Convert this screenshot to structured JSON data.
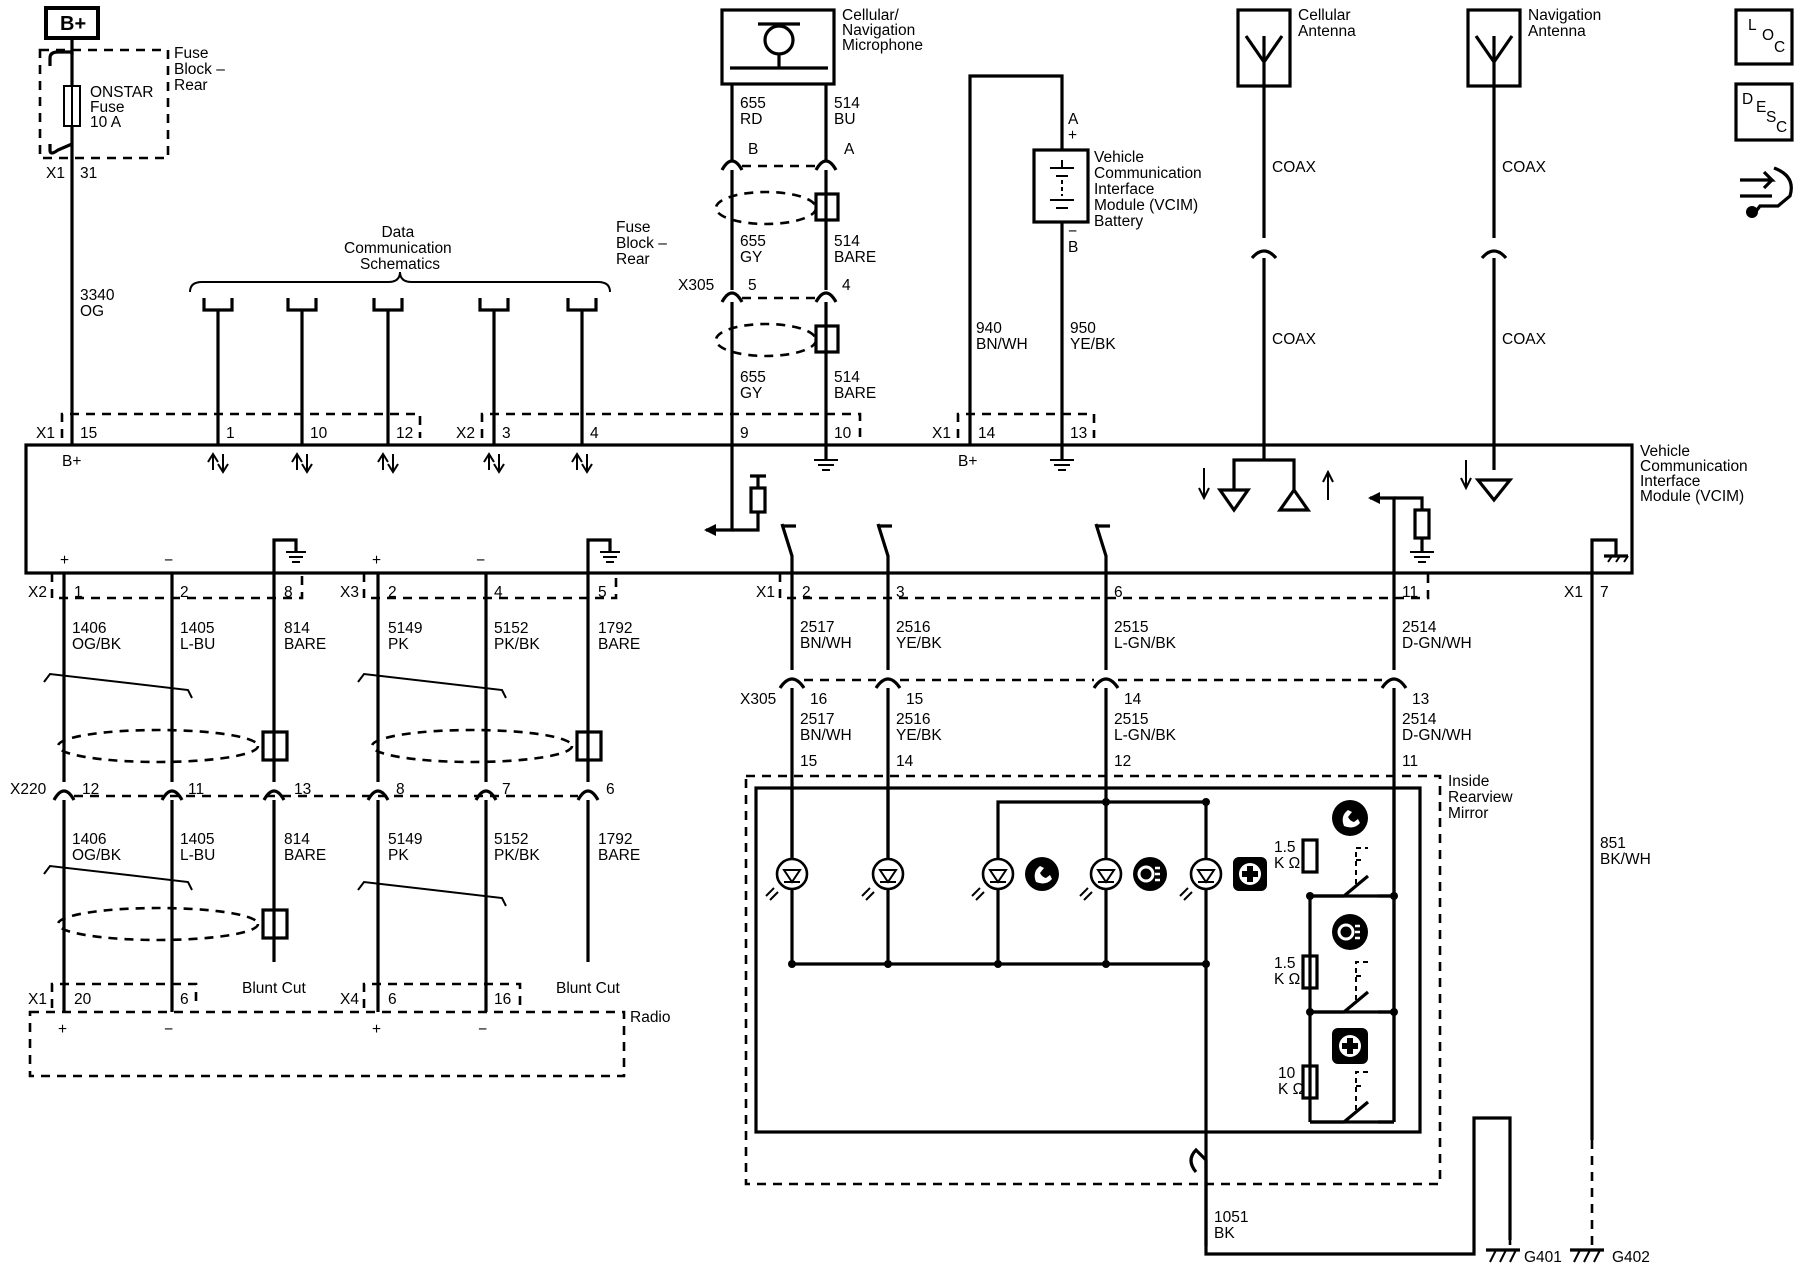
{
  "title_tag": "B+",
  "nav_icons": {
    "loc": [
      "L",
      "O",
      "C"
    ],
    "desc": [
      "D",
      "E",
      "S",
      "C"
    ],
    "back_icon": "connector-arrows-icon"
  },
  "labels": {
    "fuse_block_rear_1": [
      "Fuse",
      "Block –",
      "Rear"
    ],
    "onstar_fuse": [
      "ONSTAR",
      "Fuse",
      "10 A"
    ],
    "fuse_block_rear_2": [
      "Fuse",
      "Block –",
      "Rear"
    ],
    "data_comm": [
      "Data",
      "Communication",
      "Schematics"
    ],
    "microphone": [
      "Cellular/",
      "Navigation",
      "Microphone"
    ],
    "vcim_battery": [
      "Vehicle",
      "Communication",
      "Interface",
      "Module (VCIM)",
      "Battery"
    ],
    "cellular_antenna": [
      "Cellular",
      "Antenna"
    ],
    "navigation_antenna": [
      "Navigation",
      "Antenna"
    ],
    "vcim": [
      "Vehicle",
      "Communication",
      "Interface",
      "Module (VCIM)"
    ],
    "radio": "Radio",
    "mirror": [
      "Inside",
      "Rearview",
      "Mirror"
    ],
    "coax": "COAX",
    "blunt_cut": "Blunt Cut",
    "bplus": "B+",
    "res_1_5": [
      "1.5",
      "K Ω"
    ],
    "res_10": [
      "10",
      "K Ω"
    ],
    "batt_a": "A",
    "batt_b": "B",
    "plus": "+",
    "minus": "−"
  },
  "connectors": {
    "x1": "X1",
    "x2": "X2",
    "x3": "X3",
    "x4": "X4",
    "x305": "X305",
    "x220": "X220"
  },
  "pins": {
    "fuse_x1": "31",
    "vcim_top": [
      "15",
      "1",
      "10",
      "12",
      "3",
      "4",
      "9",
      "10",
      "14",
      "13"
    ],
    "mic_ab": [
      "B",
      "A"
    ],
    "x305_top": [
      "5",
      "4"
    ],
    "vcim_bottom": [
      "1",
      "2",
      "8",
      "2",
      "4",
      "5",
      "2",
      "3",
      "6",
      "11",
      "7"
    ],
    "x305_bottom": [
      "16",
      "15",
      "14",
      "13"
    ],
    "mirror_pins": [
      "15",
      "14",
      "12",
      "11"
    ],
    "x220": [
      "12",
      "11",
      "13",
      "8",
      "7",
      "6"
    ],
    "radio_pins": [
      "20",
      "6",
      "6",
      "16"
    ]
  },
  "wires": {
    "w3340": [
      "3340",
      "OG"
    ],
    "mic_top": [
      [
        "655",
        "RD"
      ],
      [
        "514",
        "BU"
      ]
    ],
    "mic_mid": [
      [
        "655",
        "GY"
      ],
      [
        "514",
        "BARE"
      ]
    ],
    "mic_low": [
      [
        "655",
        "GY"
      ],
      [
        "514",
        "BARE"
      ]
    ],
    "w940": [
      "940",
      "BN/WH"
    ],
    "w950": [
      "950",
      "YE/BK"
    ],
    "radio_upper": [
      [
        "1406",
        "OG/BK"
      ],
      [
        "1405",
        "L-BU"
      ],
      [
        "814",
        "BARE"
      ],
      [
        "5149",
        "PK"
      ],
      [
        "5152",
        "PK/BK"
      ],
      [
        "1792",
        "BARE"
      ]
    ],
    "radio_lower": [
      [
        "1406",
        "OG/BK"
      ],
      [
        "1405",
        "L-BU"
      ],
      [
        "814",
        "BARE"
      ],
      [
        "5149",
        "PK"
      ],
      [
        "5152",
        "PK/BK"
      ],
      [
        "1792",
        "BARE"
      ]
    ],
    "mirror_upper": [
      [
        "2517",
        "BN/WH"
      ],
      [
        "2516",
        "YE/BK"
      ],
      [
        "2515",
        "L-GN/BK"
      ],
      [
        "2514",
        "D-GN/WH"
      ]
    ],
    "mirror_lower": [
      [
        "2517",
        "BN/WH"
      ],
      [
        "2516",
        "YE/BK"
      ],
      [
        "2515",
        "L-GN/BK"
      ],
      [
        "2514",
        "D-GN/WH"
      ]
    ],
    "w851": [
      "851",
      "BK/WH"
    ],
    "w1051": [
      "1051",
      "BK"
    ]
  },
  "grounds": {
    "g401": "G401",
    "g402": "G402"
  }
}
